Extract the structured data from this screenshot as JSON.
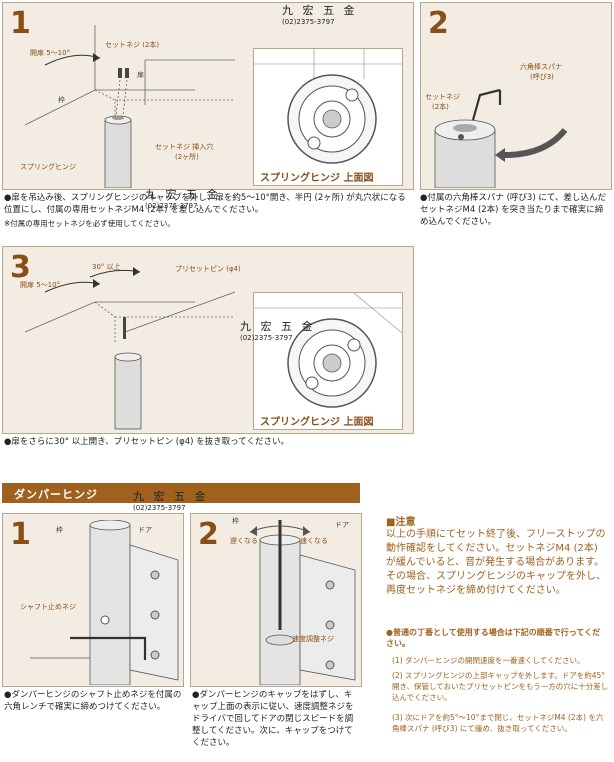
{
  "watermark": {
    "name": "九 宏 五 金",
    "phone": "(02)2375-3797"
  },
  "step1": {
    "number": "1",
    "label_angle": "開扉 5～10°",
    "label_set_screw": "セットネジ (2本)",
    "label_door": "扉",
    "label_frame": "枠",
    "label_screw_hole": "セットネジ 挿入穴",
    "label_screw_hole_count": "(2ヶ所)",
    "label_spring_hinge": "スプリングヒンジ",
    "topview_title": "スプリングヒンジ 上面図",
    "caption": "●扉を吊込み後、スプリングヒンジのキャップを外し、扉を約5～10°開き、半円 (2ヶ所) が丸穴状になる位置にし、付属の専用セットネジM4 (2本) を差し込んでください。",
    "note": "※付属の専用セットネジを必ず使用してください。"
  },
  "step2": {
    "number": "2",
    "label_wrench": "六角棒スパナ",
    "label_wrench_size": "(呼び3)",
    "label_screw": "セットネジ",
    "label_screw_count": "(2本)",
    "caption": "●付属の六角棒スパナ (呼び3) にて、差し込んだセットネジM4 (2本) を突き当たりまで確実に締め込んでください。"
  },
  "step3": {
    "number": "3",
    "label_angle": "開扉 5～10°",
    "label_open_more": "30° 以上",
    "label_preset_pin": "プリセットピン (φ4)",
    "topview_title": "スプリングヒンジ 上面図",
    "caption": "●扉をさらに30° 以上開き、プリセットピン (φ4) を抜き取ってください。"
  },
  "damper": {
    "section_title": "ダンパーヒンジ",
    "step1": {
      "number": "1",
      "label_frame": "枠",
      "label_door": "ドア",
      "label_shaft_screw": "シャフト止めネジ",
      "caption": "●ダンパーヒンジのシャフト止めネジを付属の六角レンチで確実に締めつけてください。"
    },
    "step2": {
      "number": "2",
      "label_frame": "枠",
      "label_door": "ドア",
      "label_slow": "遅くなる",
      "label_fast": "速くなる",
      "label_speed_screw": "速度調整ネジ",
      "caption": "●ダンパーヒンジのキャップをはずし、キャップ上面の表示に従い、速度調整ネジをドライバで回してドアの閉じスピードを調整してください。次に、キャップをつけてください。"
    }
  },
  "attention": {
    "title": "■注意",
    "body": "以上の手順にてセット終了後、フリーストップの動作確認をしてください。セットネジM4 (2本) が緩んでいると、音が発生する場合があります。その場合、スプリングヒンジのキャップを外し、再度セットネジを締め付けてください。"
  },
  "usage": {
    "title": "●普通の丁番として使用する場合は下記の順番で行ってください。",
    "items": [
      "(1) ダンパーヒンジの開閉速度を一番速くしてください。",
      "(2) スプリングヒンジの上部キャップを外します。ドアを約45°開き、保管しておいたプリセットピンをもう一方の穴に十分差し込んでください。",
      "(3) 次にドアを約5°～10°まで閉じ、セットネジM4 (2本) を六角棒スパナ (呼び3) にて緩め、抜き取ってください。"
    ]
  },
  "colors": {
    "accent": "#8a4e17",
    "panel": "#f3ece2",
    "header": "#a0611e"
  }
}
